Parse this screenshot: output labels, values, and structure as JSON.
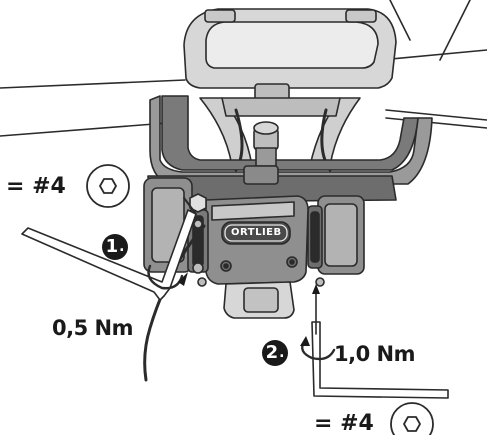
{
  "brand": {
    "logo_text": "ORTLIEB"
  },
  "steps": [
    {
      "number": "1",
      "torque": "0,5 Nm",
      "tool": "= #4"
    },
    {
      "number": "2",
      "torque": "1,0 Nm",
      "tool": "= #4"
    }
  ],
  "icons": {
    "tool_symbol": "hexagon-socket-icon",
    "rotation_symbol": "rotation-arrow-icon",
    "badge_separator": "."
  },
  "colors": {
    "outline": "#2b2b2b",
    "mount_body": "#8f8f8f",
    "mount_dark": "#6d6d6d",
    "mount_light": "#c8c8c8",
    "computer_body": "#d7d7d7",
    "badge": "#1a1a1a"
  }
}
